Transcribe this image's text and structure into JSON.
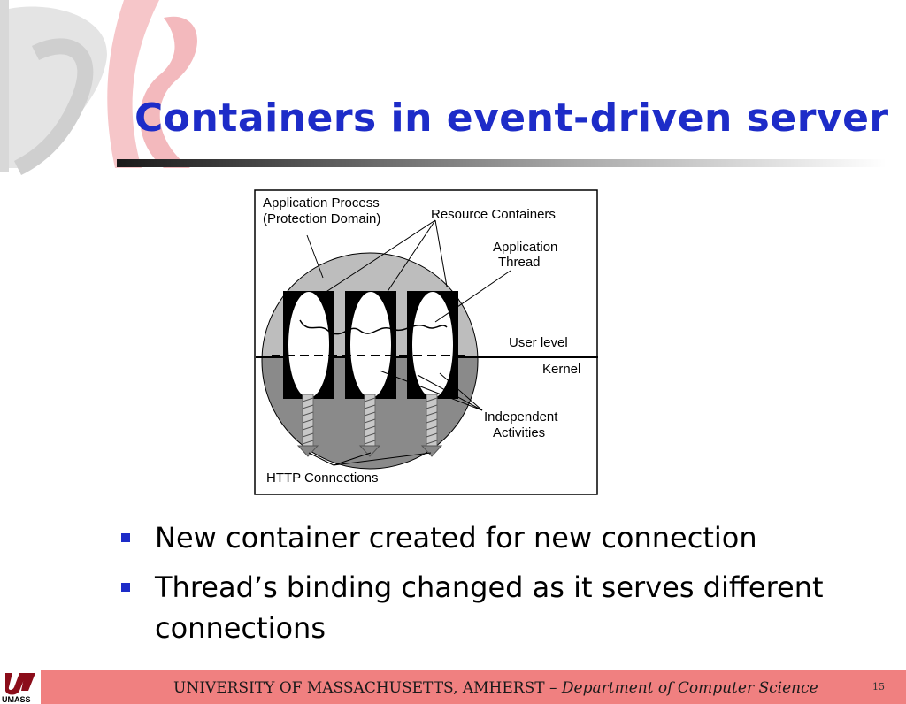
{
  "slide": {
    "title": "Containers in event-driven server",
    "bullets": [
      "New container created for new connection",
      "Thread’s binding changed as it serves different connections"
    ],
    "page_number": "15"
  },
  "diagram": {
    "labels": {
      "app_process_1": "Application Process",
      "app_process_2": "(Protection Domain)",
      "resource_containers": "Resource Containers",
      "app_thread_1": "Application",
      "app_thread_2": "Thread",
      "user_level": "User level",
      "kernel": "Kernel",
      "indep_1": "Independent",
      "indep_2": "Activities",
      "http": "HTTP Connections"
    }
  },
  "footer": {
    "university": "UNIVERSITY OF MASSACHUSETTS, AMHERST",
    "separator": " – ",
    "department": "Department of Computer Science",
    "logo_text": "UMASS"
  },
  "colors": {
    "title": "#1d2cc8",
    "bullet": "#1d2cc8",
    "footer_bg": "#f08080"
  }
}
